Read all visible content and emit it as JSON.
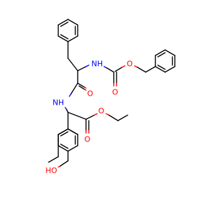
{
  "diagram": {
    "kind": "skeletal-structure",
    "colors": {
      "carbon_bond": "#000000",
      "oxygen": "#ff0000",
      "nitrogen": "#0000ff",
      "background": "#ffffff"
    },
    "labels": {
      "nh_top": "NH",
      "o_ester_top": "O",
      "o_carbonyl_top": "O",
      "o_carbonyl_mid": "O",
      "nh_mid": "NH",
      "o_carbonyl_ester": "O",
      "o_ester": "O",
      "hydroxyl": "HO"
    }
  }
}
